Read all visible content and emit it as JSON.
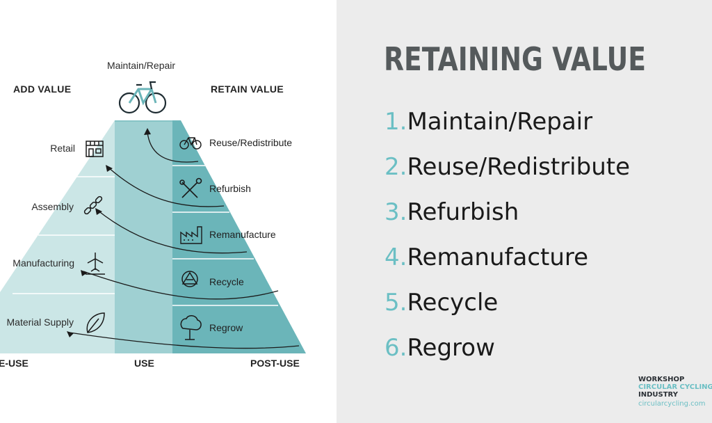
{
  "diagram": {
    "top_label": "Maintain/Repair",
    "add_value": "ADD VALUE",
    "retain_value": "RETAIN VALUE",
    "left_items": [
      "Retail",
      "Assembly",
      "Manufacturing",
      "Material Supply"
    ],
    "right_items": [
      "Reuse/Redistribute",
      "Refurbish",
      "Remanufacture",
      "Recycle",
      "Regrow"
    ],
    "bottom_labels": {
      "pre": "E-USE",
      "use": "USE",
      "post": "POST-USE"
    },
    "colors": {
      "light": "#cbe6e6",
      "mid": "#9fd0d2",
      "dark": "#6bb5b9",
      "top": "#86c3c6"
    }
  },
  "slide": {
    "title": "RETAINING VALUE",
    "list": [
      {
        "num": "1.",
        "text": "Maintain/Repair"
      },
      {
        "num": "2.",
        "text": "Reuse/Redistribute"
      },
      {
        "num": "3.",
        "text": "Refurbish"
      },
      {
        "num": "4.",
        "text": "Remanufacture"
      },
      {
        "num": "5.",
        "text": "Recycle"
      },
      {
        "num": "6.",
        "text": "Regrow"
      }
    ],
    "accent": "#6bbfc4"
  },
  "brand": {
    "line1": "WORKSHOP",
    "line2": "CIRCULAR CYCLING",
    "line3": "INDUSTRY",
    "url": "circularcycling.com"
  }
}
